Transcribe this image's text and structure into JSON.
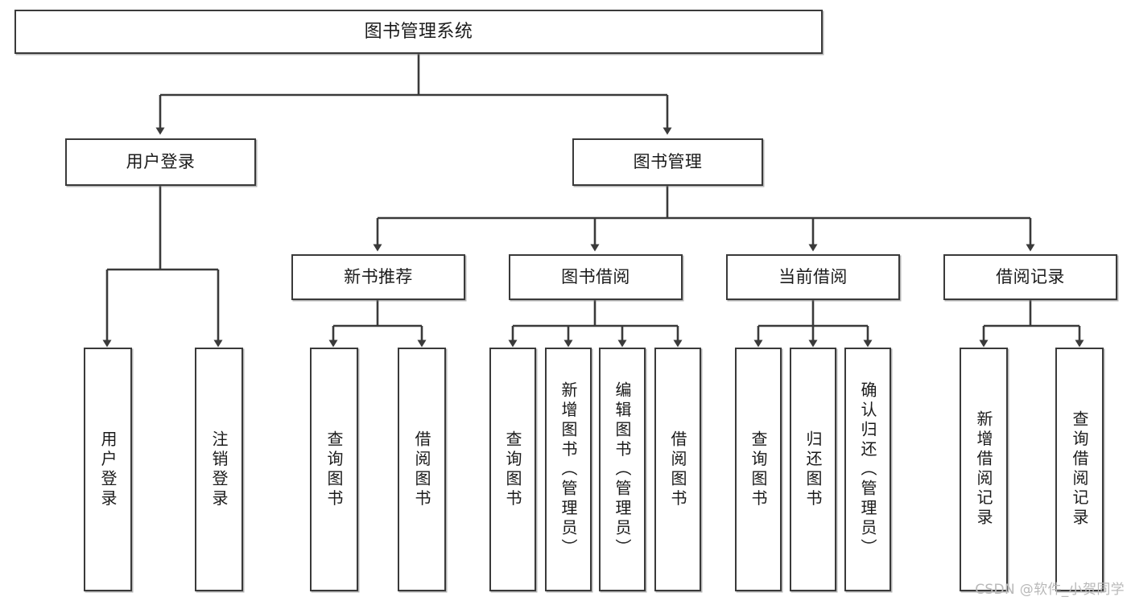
{
  "diagram": {
    "type": "tree",
    "title": "图书管理系统",
    "orientation": "top-down",
    "colors": {
      "border": "#3a3a3a",
      "background": "#ffffff",
      "text": "#1b1b1b",
      "edge": "#3a3a3a",
      "watermark": "#b9b9b9"
    }
  },
  "root": {
    "label": "图书管理系统"
  },
  "level2": [
    {
      "label": "用户登录"
    },
    {
      "label": "图书管理"
    }
  ],
  "level3": [
    {
      "label": "新书推荐"
    },
    {
      "label": "图书借阅"
    },
    {
      "label": "当前借阅"
    },
    {
      "label": "借阅记录"
    }
  ],
  "leaves": {
    "user_login": [
      {
        "label": "用户登录"
      },
      {
        "label": "注销登录"
      }
    ],
    "new_book_recommend": [
      {
        "label": "查询图书"
      },
      {
        "label": "借阅图书"
      }
    ],
    "book_borrow": [
      {
        "label": "查询图书"
      },
      {
        "label": "新增图书（管理员）"
      },
      {
        "label": "编辑图书（管理员）"
      },
      {
        "label": "借阅图书"
      }
    ],
    "current_borrow": [
      {
        "label": "查询图书"
      },
      {
        "label": "归还图书"
      },
      {
        "label": "确认归还（管理员）"
      }
    ],
    "borrow_record": [
      {
        "label": "新增借阅记录"
      },
      {
        "label": "查询借阅记录"
      }
    ]
  },
  "watermark": {
    "text": "CSDN @软件_小贺同学"
  }
}
